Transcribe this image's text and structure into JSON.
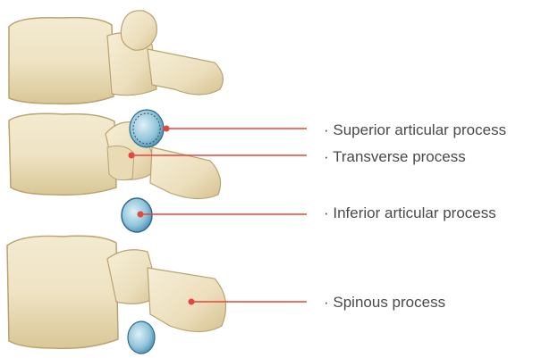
{
  "labels": [
    "· Superior articular process",
    "· Transverse process",
    "· Inferior articular process",
    "· Spinous process"
  ],
  "colors": {
    "leader_line": "#e8453c",
    "bone": "#efe3c4",
    "bone_shadow": "#cdb98a",
    "cartilage": "#8fc4da"
  }
}
